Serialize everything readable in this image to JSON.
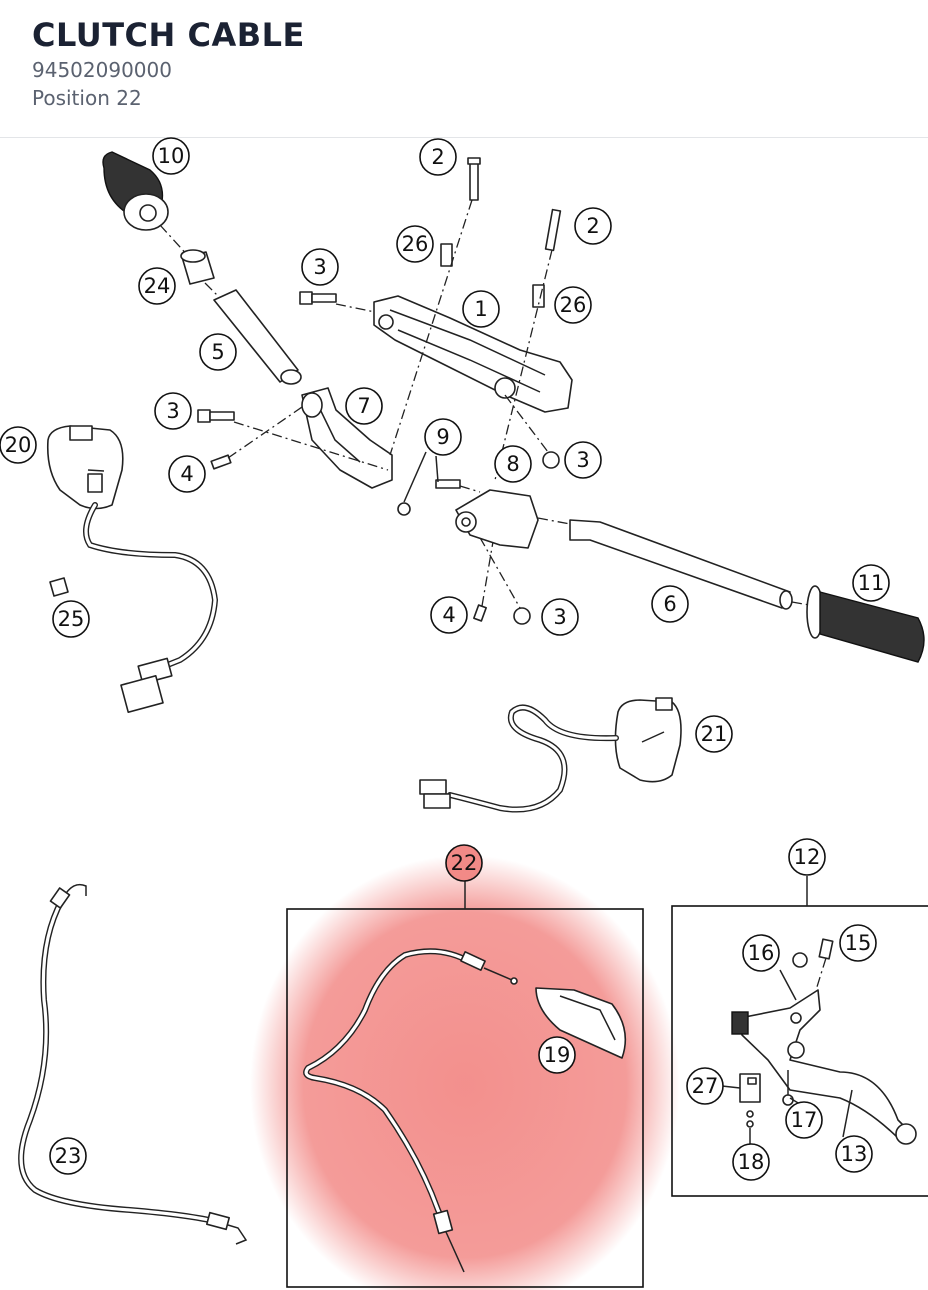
{
  "header": {
    "title": "CLUTCH CABLE",
    "part_number": "94502090000",
    "position_label": "Position 22"
  },
  "highlight_color": "#f28a87",
  "callouts": {
    "c1": "1",
    "c2a": "2",
    "c2b": "2",
    "c3a": "3",
    "c3b": "3",
    "c3c": "3",
    "c3d": "3",
    "c4a": "4",
    "c4b": "4",
    "c5": "5",
    "c6": "6",
    "c7": "7",
    "c8": "8",
    "c9": "9",
    "c10": "10",
    "c11": "11",
    "c12": "12",
    "c13": "13",
    "c15": "15",
    "c16": "16",
    "c17": "17",
    "c18": "18",
    "c19": "19",
    "c20": "20",
    "c21": "21",
    "c22": "22",
    "c23": "23",
    "c24": "24",
    "c25": "25",
    "c26a": "26",
    "c26b": "26",
    "c27": "27"
  }
}
